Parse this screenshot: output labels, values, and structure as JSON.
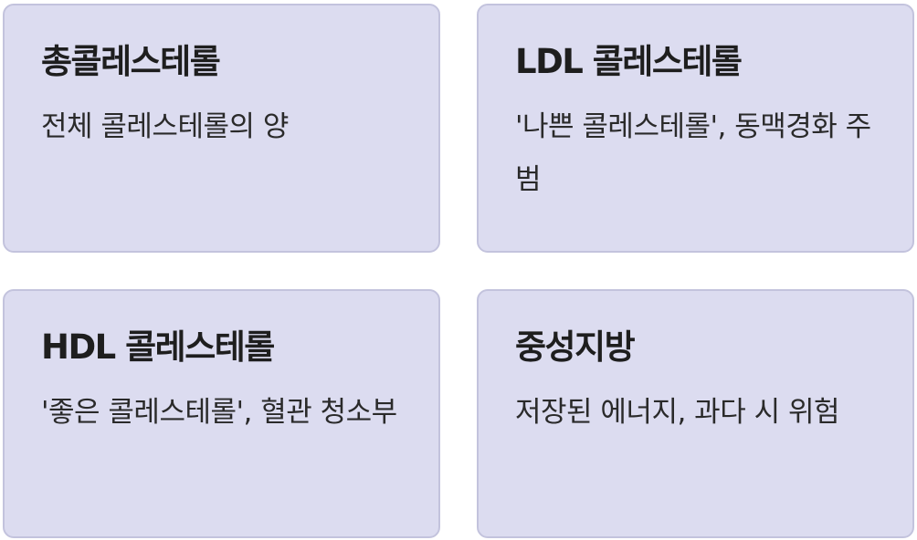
{
  "cards": [
    {
      "title": "총콜레스테롤",
      "description": "전체 콜레스테롤의 양"
    },
    {
      "title": "LDL 콜레스테롤",
      "description": "'나쁜 콜레스테롤', 동맥경화 주범"
    },
    {
      "title": "HDL 콜레스테롤",
      "description": "'좋은 콜레스테롤', 혈관 청소부"
    },
    {
      "title": "중성지방",
      "description": "저장된 에너지, 과다 시 위험"
    }
  ],
  "colors": {
    "card_background": "#dcdcf0",
    "card_border": "#c3c3dd",
    "text": "#1e1e1e"
  }
}
